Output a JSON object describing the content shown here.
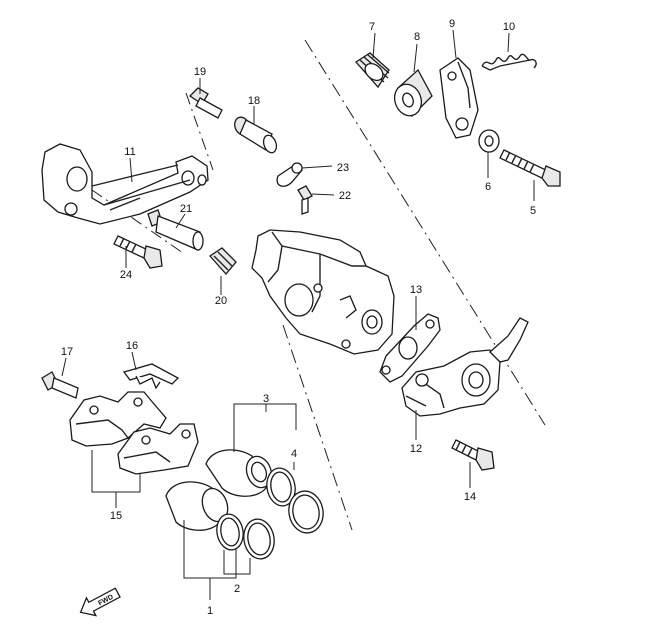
{
  "callouts": [
    {
      "id": "1",
      "text": "1"
    },
    {
      "id": "2",
      "text": "2"
    },
    {
      "id": "3",
      "text": "3"
    },
    {
      "id": "4",
      "text": "4"
    },
    {
      "id": "5",
      "text": "5"
    },
    {
      "id": "6",
      "text": "6"
    },
    {
      "id": "7",
      "text": "7"
    },
    {
      "id": "8",
      "text": "8"
    },
    {
      "id": "9",
      "text": "9"
    },
    {
      "id": "10",
      "text": "10"
    },
    {
      "id": "11",
      "text": "11"
    },
    {
      "id": "12",
      "text": "12"
    },
    {
      "id": "13",
      "text": "13"
    },
    {
      "id": "14",
      "text": "14"
    },
    {
      "id": "15",
      "text": "15"
    },
    {
      "id": "16",
      "text": "16"
    },
    {
      "id": "17",
      "text": "17"
    },
    {
      "id": "18",
      "text": "18"
    },
    {
      "id": "19",
      "text": "19"
    },
    {
      "id": "20",
      "text": "20"
    },
    {
      "id": "21",
      "text": "21"
    },
    {
      "id": "22",
      "text": "22"
    },
    {
      "id": "23",
      "text": "23"
    },
    {
      "id": "24",
      "text": "24"
    }
  ],
  "fwd_marker": "FWD"
}
